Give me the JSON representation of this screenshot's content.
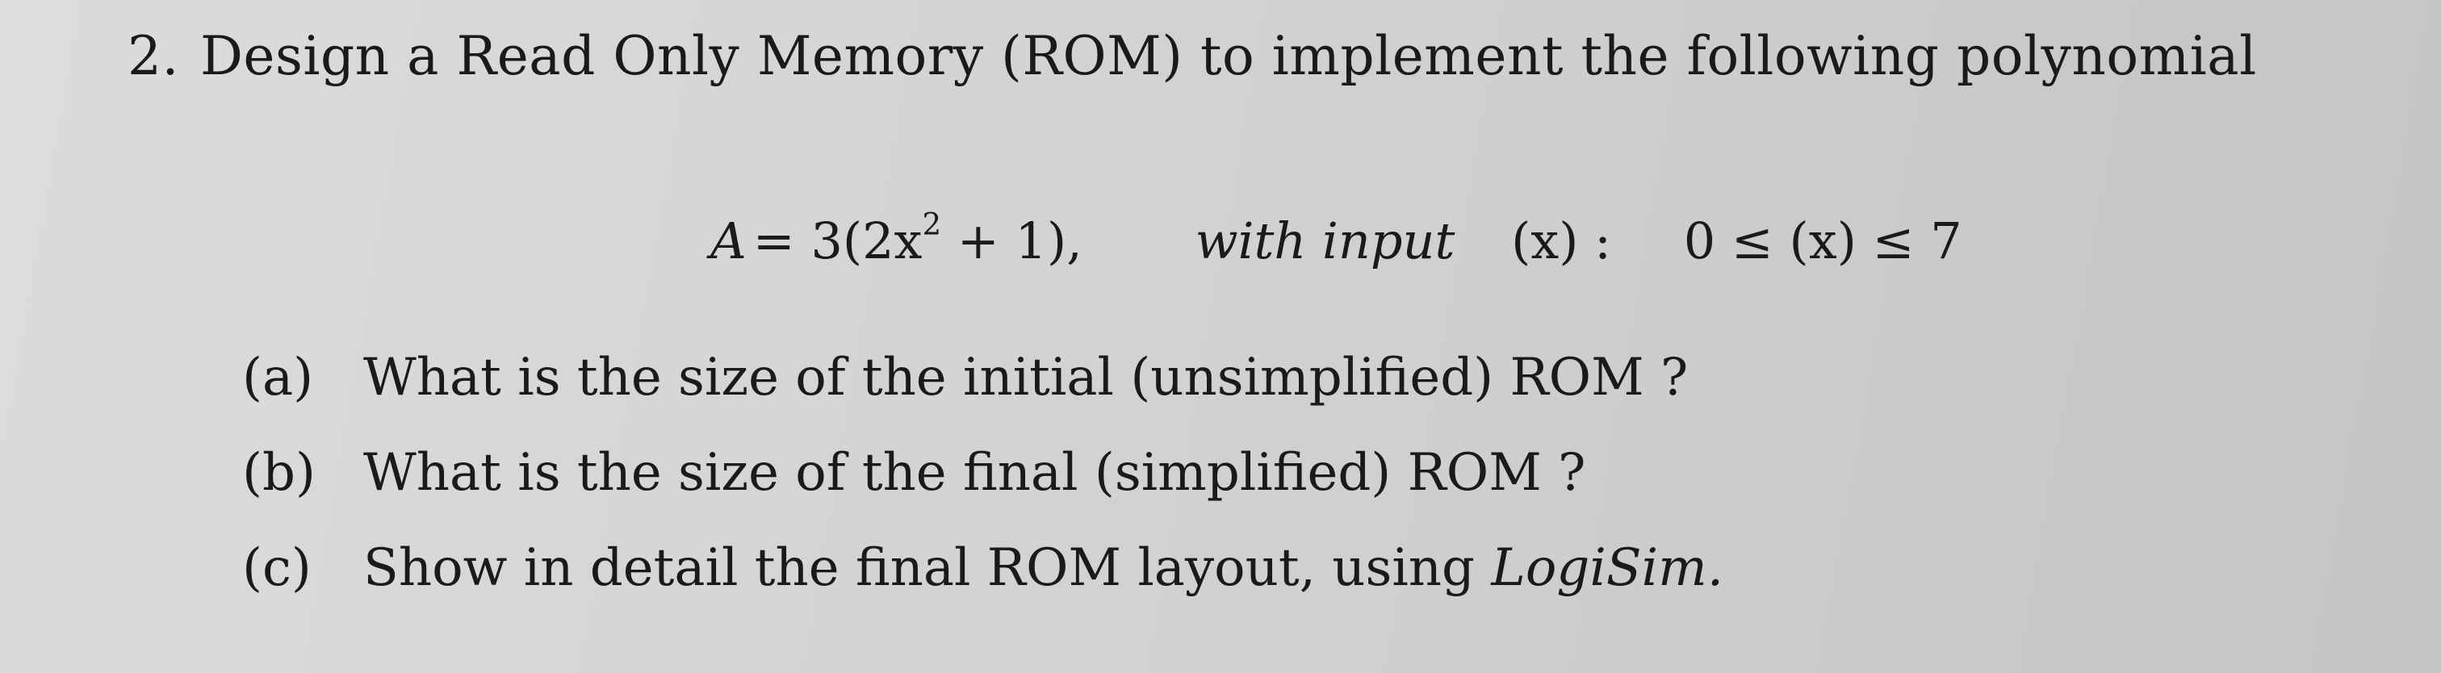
{
  "question": {
    "number": "2.",
    "title": "Design a Read Only Memory (ROM) to implement the following polynomial",
    "equation": {
      "lhs": "A",
      "rhs": "= 3(2x",
      "exponent": "2",
      "rhs_tail": " + 1),",
      "with_input": "with input",
      "variable": "(x) :",
      "range": "0 ≤ (x) ≤ 7"
    },
    "parts": [
      {
        "label": "(a)",
        "text": "What is the size of the initial (unsimplified) ROM ?"
      },
      {
        "label": "(b)",
        "text": "What is the size of the final (simplified) ROM ?"
      },
      {
        "label": "(c)",
        "text": "Show in detail the final ROM layout, using ",
        "emphasis": "LogiSim.",
        "text_after": ""
      }
    ]
  }
}
